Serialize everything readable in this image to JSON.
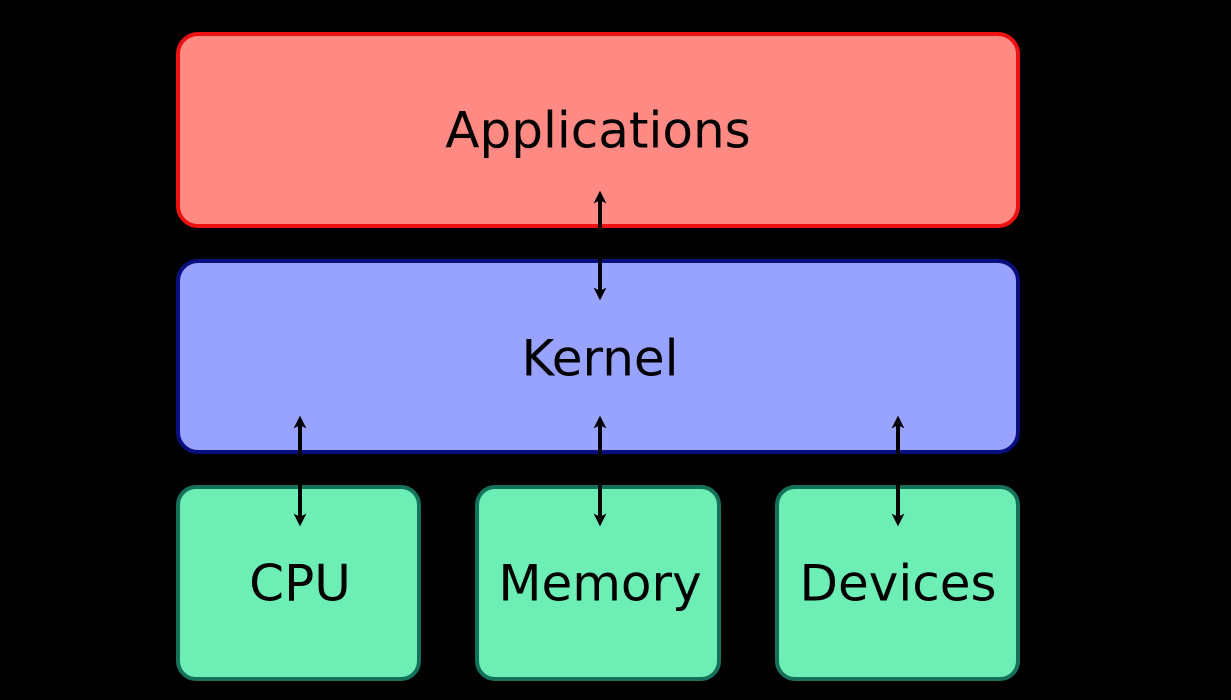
{
  "diagram": {
    "applications": {
      "label": "Applications",
      "fill": "#ff8a84",
      "stroke": "#ee1111"
    },
    "kernel": {
      "label": "Kernel",
      "fill": "#98a3ff",
      "stroke": "#0a0f80"
    },
    "hardware": {
      "fill": "#6deeb5",
      "stroke": "#16715a",
      "items": [
        {
          "label": "CPU"
        },
        {
          "label": "Memory"
        },
        {
          "label": "Devices"
        }
      ]
    },
    "arrow_color": "#000000"
  }
}
